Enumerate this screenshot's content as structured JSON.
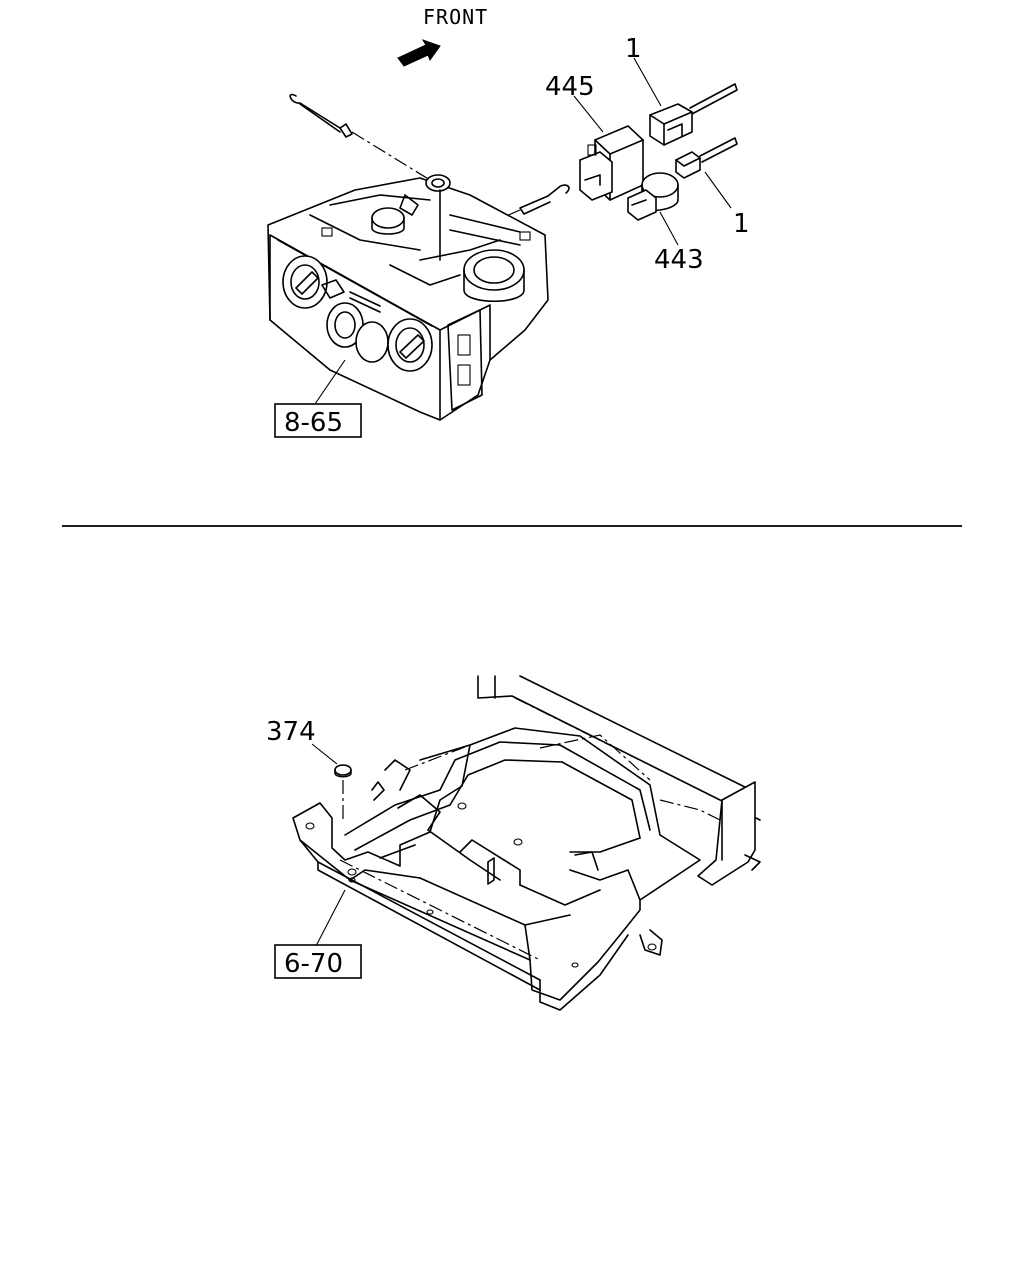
{
  "front_label": "FRONT",
  "callouts": {
    "c445": "445",
    "c1_top": "1",
    "c1_right": "1",
    "c443": "443",
    "c374": "374"
  },
  "refs": {
    "r865": "8-65",
    "r670": "6-70"
  }
}
